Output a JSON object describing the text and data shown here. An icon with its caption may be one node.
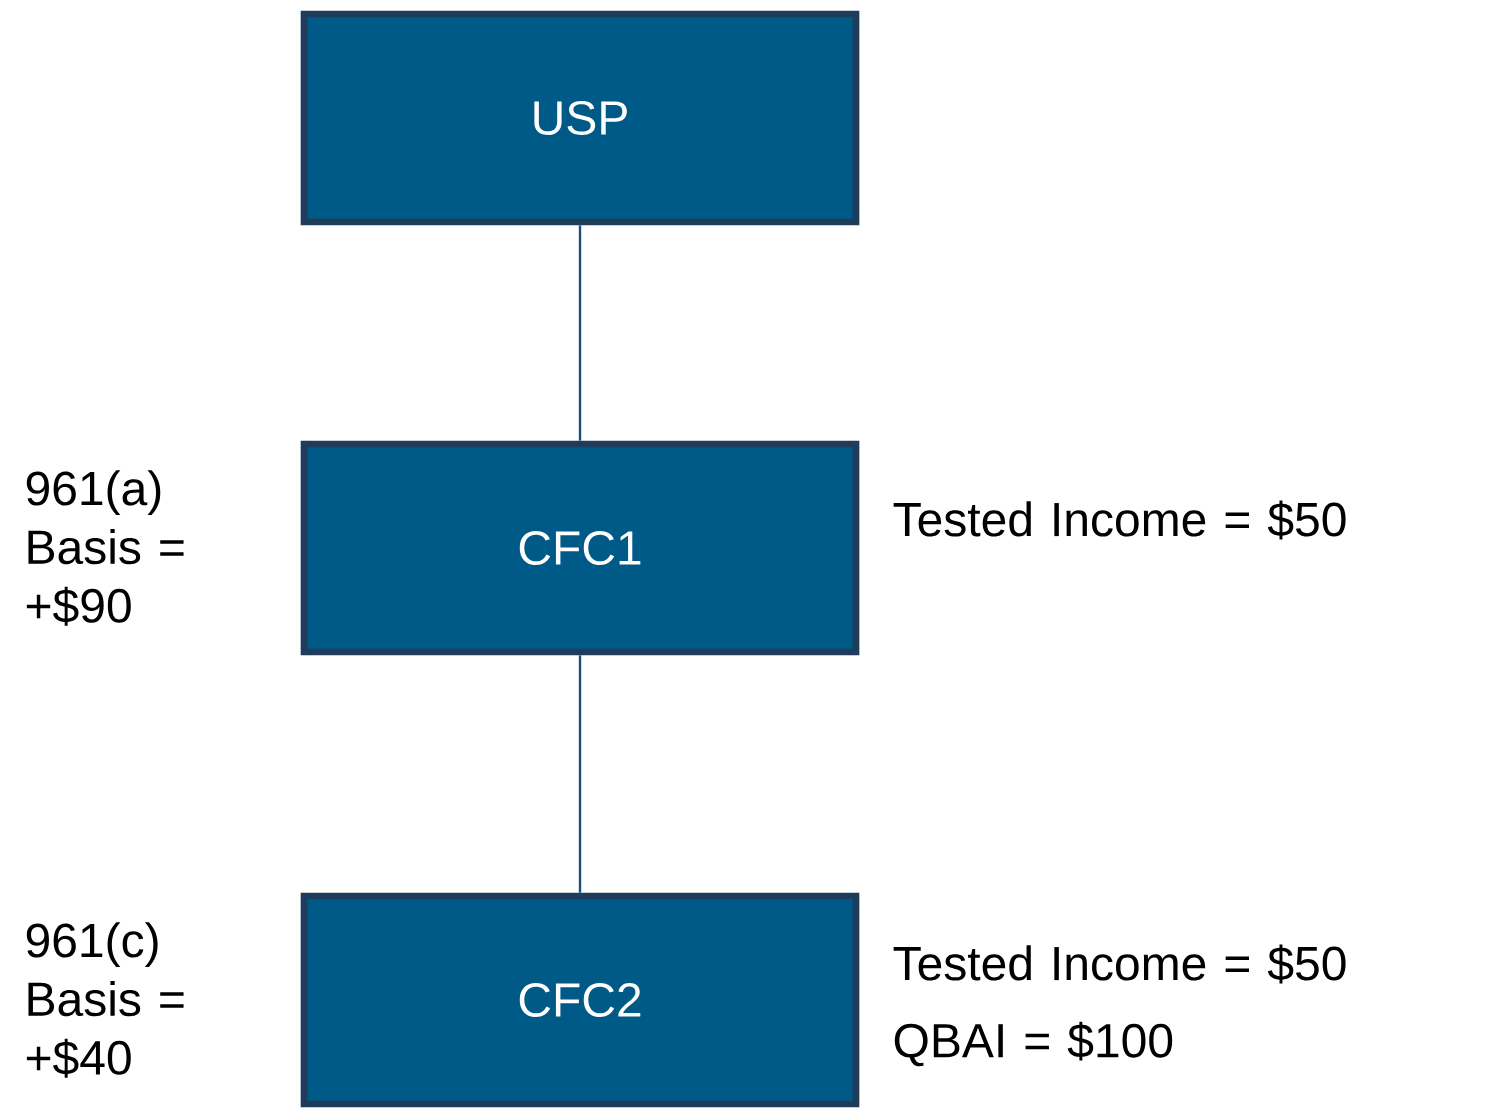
{
  "diagram": {
    "nodes": [
      {
        "text": [
          "USP"
        ]
      },
      {
        "text": [
          "CFC1"
        ],
        "beside": [
          "961(a) Basis = +$90",
          "Tested Income = $50"
        ]
      },
      {
        "text": [
          "CFC2"
        ],
        "beside": [
          "961(c) Basis = +$40",
          "Tested Income = $50",
          "QBAI = $100"
        ]
      }
    ],
    "edges": [
      {
        "from": 0,
        "to": 1,
        "arrow": "none"
      },
      {
        "from": 1,
        "to": 2,
        "arrow": "none"
      }
    ]
  }
}
